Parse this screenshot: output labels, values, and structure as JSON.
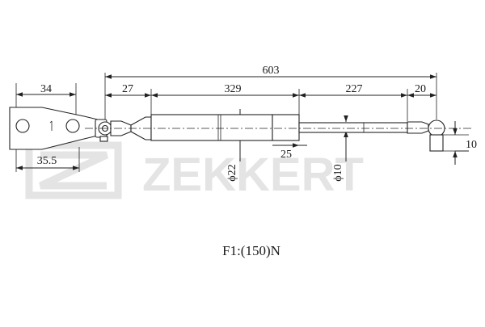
{
  "brand": {
    "watermark": "ZEKKERT",
    "accent": "#e4e4e4"
  },
  "dimensions": {
    "overall_length": "603",
    "bracket_width": "34",
    "bracket_offset": "35.5",
    "end_to_body": "27",
    "body_length": "329",
    "rod_length": "227",
    "rod_end": "20",
    "body_step": "25",
    "end_fitting_offset": "10",
    "body_diameter": "ϕ22",
    "rod_diameter": "ϕ10"
  },
  "force_label": "F1:(150)N"
}
